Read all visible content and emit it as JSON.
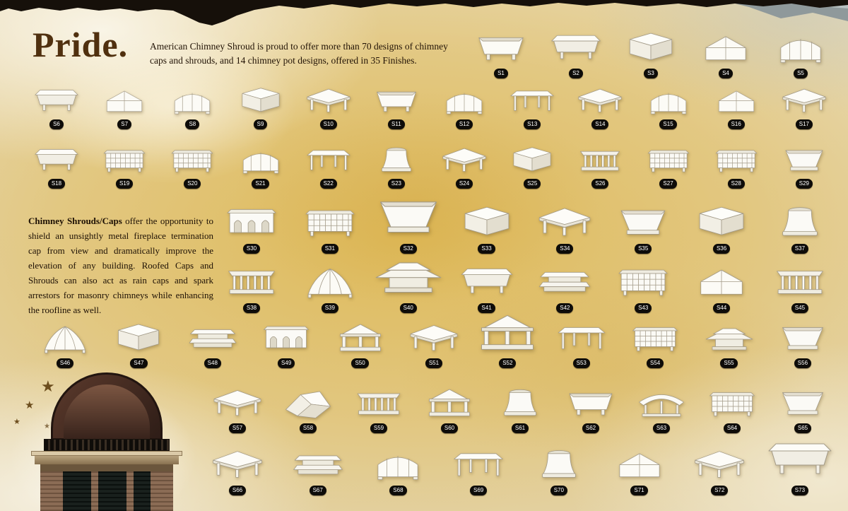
{
  "page": {
    "title": "Pride.",
    "intro": "American Chimney Shroud is proud to offer more than 70 designs of chimney caps and shrouds, and 14 chimney pot designs, offered in 35 Finishes.",
    "body_lead": "Chimney Shrouds/Caps",
    "body_rest": " offer the opportunity to shield an unsightly metal fireplace termination cap from view and dramatically improve the elevation of any building. Roofed Caps and Shrouds can also act as rain caps and spark arrestors for masonry chimneys while enhancing the roofline as well."
  },
  "colors": {
    "accent_brown": "#50300f",
    "gold_background": "#deb854",
    "badge_bg": "#0e0c09",
    "badge_text": "#ffffff",
    "torn_edge": "#16100a"
  },
  "rows": [
    {
      "name": "row-1",
      "items": [
        {
          "id": "S1",
          "type": "openbox"
        },
        {
          "id": "S2",
          "type": "skirttable"
        },
        {
          "id": "S3",
          "type": "box"
        },
        {
          "id": "S4",
          "type": "gable"
        },
        {
          "id": "S5",
          "type": "barrel"
        }
      ]
    },
    {
      "name": "row-2",
      "items": [
        {
          "id": "S6",
          "type": "skirttable"
        },
        {
          "id": "S7",
          "type": "gable"
        },
        {
          "id": "S8",
          "type": "barrel"
        },
        {
          "id": "S9",
          "type": "box"
        },
        {
          "id": "S10",
          "type": "hiproof"
        },
        {
          "id": "S11",
          "type": "openbox"
        },
        {
          "id": "S12",
          "type": "barrel"
        },
        {
          "id": "S13",
          "type": "canopy"
        },
        {
          "id": "S14",
          "type": "hiproof"
        },
        {
          "id": "S15",
          "type": "barrel"
        },
        {
          "id": "S16",
          "type": "gable"
        },
        {
          "id": "S17",
          "type": "hiproof"
        }
      ]
    },
    {
      "name": "row-3",
      "items": [
        {
          "id": "S18",
          "type": "skirttable"
        },
        {
          "id": "S19",
          "type": "lattice"
        },
        {
          "id": "S20",
          "type": "lattice"
        },
        {
          "id": "S21",
          "type": "barrel"
        },
        {
          "id": "S22",
          "type": "canopy"
        },
        {
          "id": "S23",
          "type": "pot"
        },
        {
          "id": "S24",
          "type": "hiproof"
        },
        {
          "id": "S25",
          "type": "box"
        },
        {
          "id": "S26",
          "type": "temple"
        },
        {
          "id": "S27",
          "type": "lattice"
        },
        {
          "id": "S28",
          "type": "lattice"
        },
        {
          "id": "S29",
          "type": "flaredpot"
        }
      ]
    },
    {
      "name": "row-4",
      "items": [
        {
          "id": "S30",
          "type": "arcade"
        },
        {
          "id": "S31",
          "type": "lattice"
        },
        {
          "id": "S32",
          "type": "flaredpot",
          "size": "lg"
        },
        {
          "id": "S33",
          "type": "box"
        },
        {
          "id": "S34",
          "type": "hiproof"
        },
        {
          "id": "S35",
          "type": "flaredpot"
        },
        {
          "id": "S36",
          "type": "box"
        },
        {
          "id": "S37",
          "type": "pot"
        }
      ]
    },
    {
      "name": "row-5",
      "items": [
        {
          "id": "S38",
          "type": "temple"
        },
        {
          "id": "S39",
          "type": "gothic"
        },
        {
          "id": "S40",
          "type": "pagoda",
          "size": "lg"
        },
        {
          "id": "S41",
          "type": "skirttable"
        },
        {
          "id": "S42",
          "type": "tiered"
        },
        {
          "id": "S43",
          "type": "lattice"
        },
        {
          "id": "S44",
          "type": "gable"
        },
        {
          "id": "S45",
          "type": "temple"
        }
      ]
    },
    {
      "name": "row-6",
      "items": [
        {
          "id": "S46",
          "type": "gothic"
        },
        {
          "id": "S47",
          "type": "box"
        },
        {
          "id": "S48",
          "type": "tiered"
        },
        {
          "id": "S49",
          "type": "arcade"
        },
        {
          "id": "S50",
          "type": "cupola"
        },
        {
          "id": "S51",
          "type": "hiproof"
        },
        {
          "id": "S52",
          "type": "cupola",
          "size": "lg"
        },
        {
          "id": "S53",
          "type": "canopy"
        },
        {
          "id": "S54",
          "type": "lattice"
        },
        {
          "id": "S55",
          "type": "pagoda"
        },
        {
          "id": "S56",
          "type": "flaredpot"
        }
      ]
    },
    {
      "name": "row-7",
      "items": [
        {
          "id": "S57",
          "type": "hiproof"
        },
        {
          "id": "S58",
          "type": "fold"
        },
        {
          "id": "S59",
          "type": "temple"
        },
        {
          "id": "S60",
          "type": "cupola"
        },
        {
          "id": "S61",
          "type": "pot"
        },
        {
          "id": "S62",
          "type": "openbox"
        },
        {
          "id": "S63",
          "type": "curvecanopy"
        },
        {
          "id": "S64",
          "type": "lattice"
        },
        {
          "id": "S65",
          "type": "flaredpot"
        }
      ]
    },
    {
      "name": "row-8",
      "items": [
        {
          "id": "S66",
          "type": "hiproof"
        },
        {
          "id": "S67",
          "type": "tiered"
        },
        {
          "id": "S68",
          "type": "barrel"
        },
        {
          "id": "S69",
          "type": "canopy"
        },
        {
          "id": "S70",
          "type": "pot"
        },
        {
          "id": "S71",
          "type": "gable"
        },
        {
          "id": "S72",
          "type": "hiproof"
        },
        {
          "id": "S73",
          "type": "skirttable",
          "size": "lg"
        }
      ]
    }
  ]
}
